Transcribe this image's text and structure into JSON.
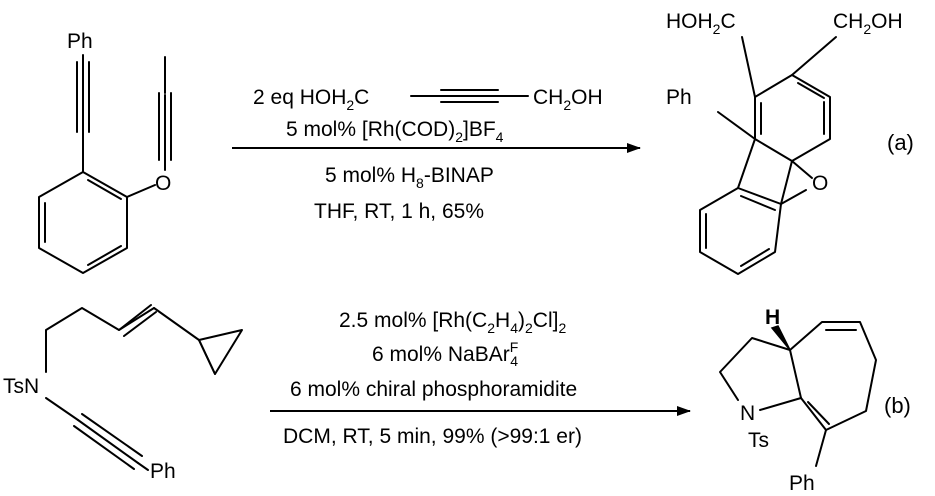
{
  "reaction_a": {
    "reactant": {
      "ph": "Ph",
      "o": "O"
    },
    "conditions": {
      "line1": {
        "pre": "2 eq HOH",
        "s1": "2",
        "mid": "C",
        "end": "CH",
        "s2": "2",
        "post": "OH"
      },
      "line2": {
        "pre": "5 mol% [Rh(COD)",
        "s1": "2",
        "post": "]BF",
        "s2": "4"
      },
      "line3": {
        "pre": "5 mol% H",
        "s1": "8",
        "post": "-BINAP"
      },
      "line4": "THF, RT, 1 h, 65%"
    },
    "product": {
      "left": {
        "pre": "HOH",
        "sub": "2",
        "post": "C"
      },
      "right": {
        "pre": "CH",
        "sub": "2",
        "post": "OH"
      },
      "ph": "Ph",
      "o": "O"
    },
    "tag": "(a)"
  },
  "reaction_b": {
    "reactant": {
      "tsn": "TsN",
      "ph": "Ph"
    },
    "conditions": {
      "line1": {
        "pre": "2.5 mol% [Rh(C",
        "s1": "2",
        "mid": "H",
        "s2": "4",
        "mid2": ")",
        "s3": "2",
        "post": "Cl]",
        "s4": "2"
      },
      "line2": {
        "pre": "6 mol% NaBAr",
        "sup": "F",
        "sub": "4"
      },
      "line3": "6 mol% chiral phosphoramidite",
      "line4": "DCM, RT, 5 min, 99% (>99:1 er)"
    },
    "product": {
      "h": "H",
      "n": "N",
      "ts": "Ts",
      "ph": "Ph"
    },
    "tag": "(b)"
  }
}
